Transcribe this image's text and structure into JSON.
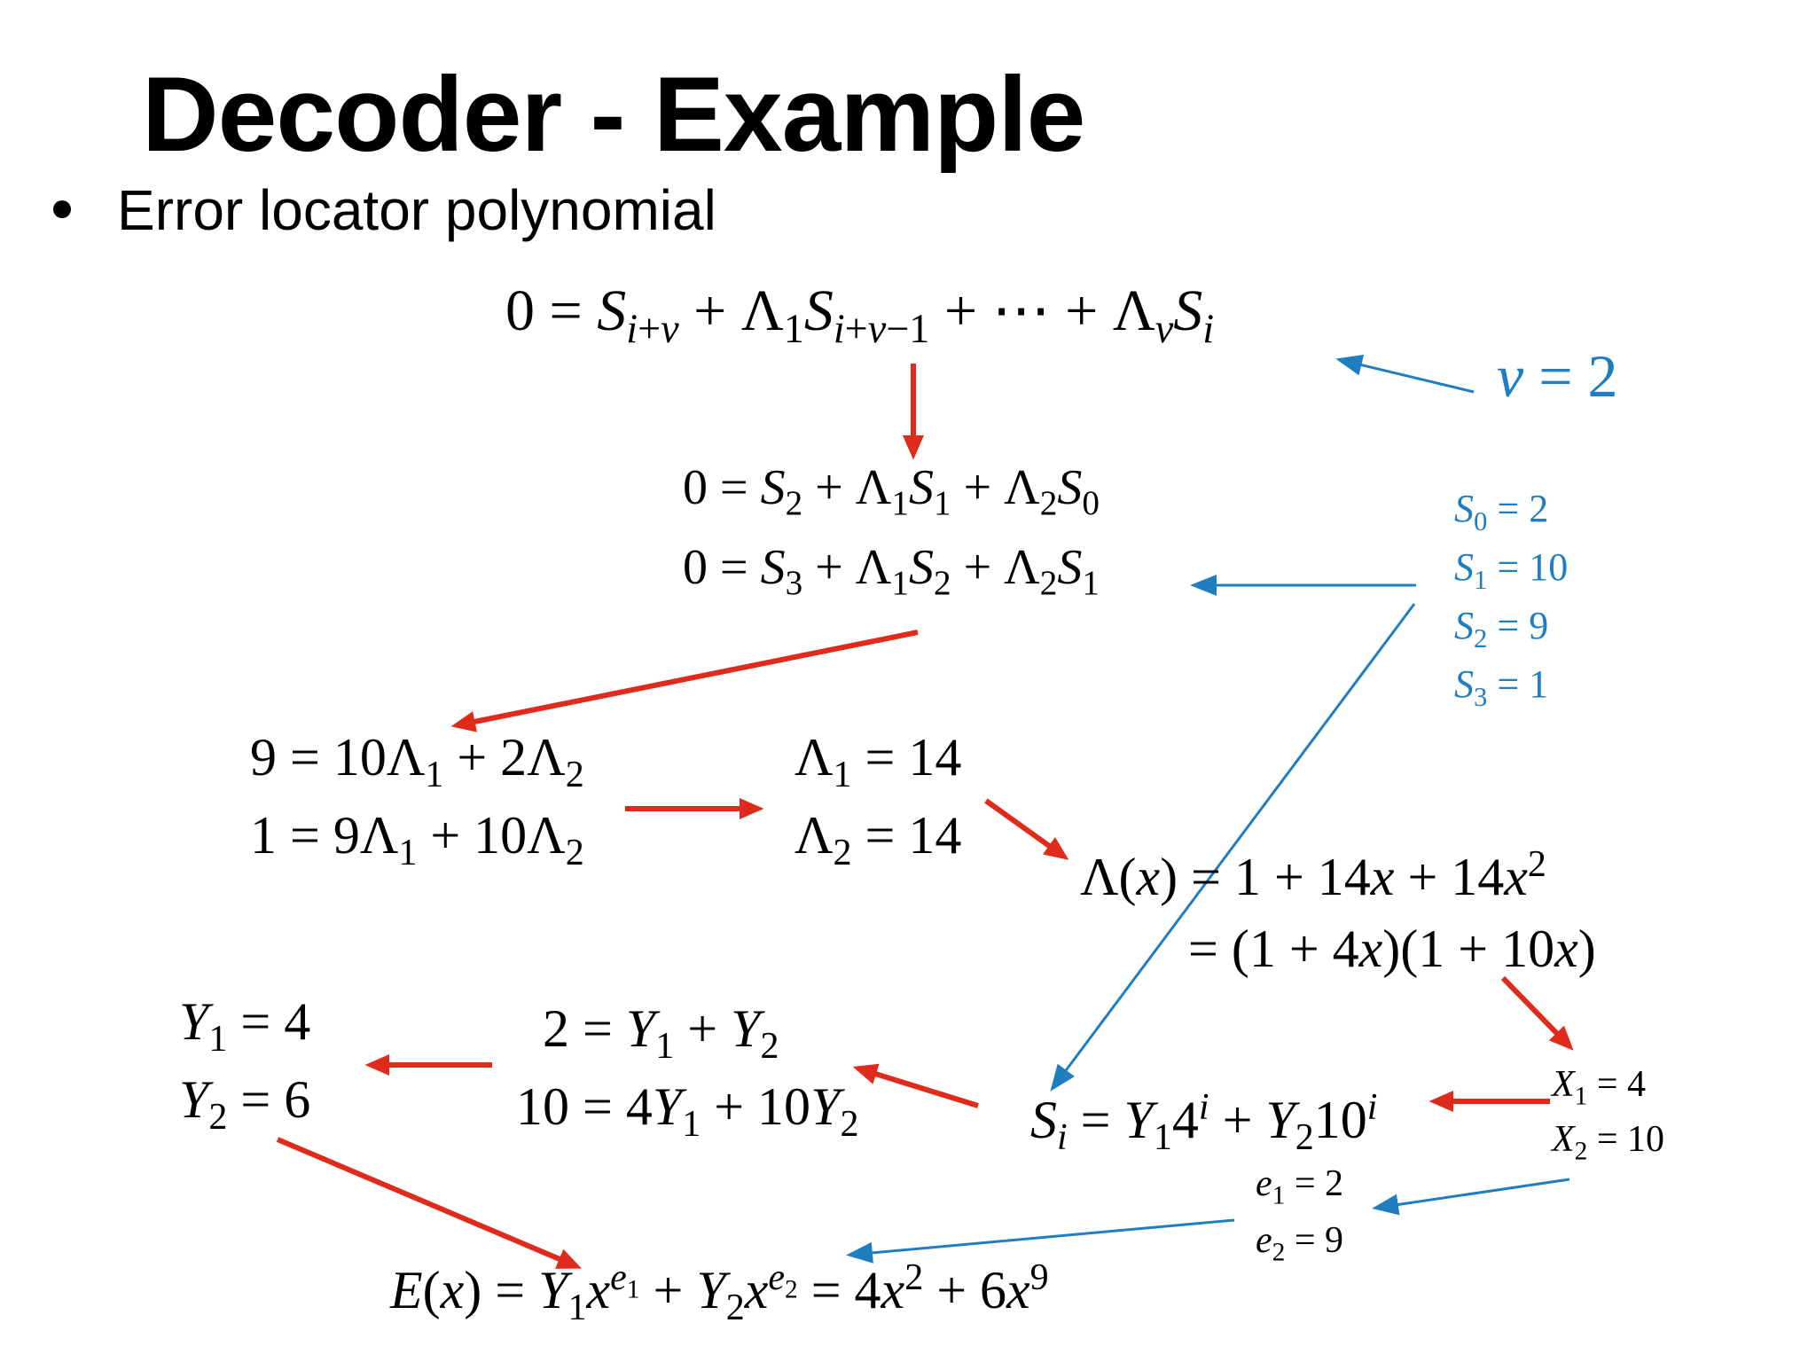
{
  "title": "Decoder - Example",
  "bullet": "Error locator polynomial",
  "colors": {
    "red_arrow": "#e02a1b",
    "blue_arrow": "#1f7dc0",
    "blue_text": "#1f7dc0"
  },
  "equations": {
    "general": "0 = S_{i+v} + Λ1 S_{i+v−1} + ⋯ + Λv Si",
    "v_value": "v = 2",
    "eq_s2": "0 = S2 + Λ1S1 + Λ2S0",
    "eq_s3": "0 = S3 + Λ1S2 + Λ2S1",
    "syndromes": [
      "S0 = 2",
      "S1 = 10",
      "S2 = 9",
      "S3 = 1"
    ],
    "sys1": "9 = 10Λ1 + 2Λ2",
    "sys2": "1 = 9Λ1 + 10Λ2",
    "lambda1": "Λ1 = 14",
    "lambda2": "Λ2 = 14",
    "poly1": "Λ(x) = 1 + 14x + 14x²",
    "poly2": "= (1 + 4x)(1 + 10x)",
    "x1": "X1 = 4",
    "x2": "X2 = 10",
    "si": "Si = Y1 4^i + Y2 10^i",
    "y_eq1": "2 = Y1 + Y2",
    "y_eq2": "10 = 4Y1 + 10Y2",
    "y1": "Y1 = 4",
    "y2": "Y2 = 6",
    "e1": "e1 = 2",
    "e2": "e2 = 9",
    "final": "E(x) = Y1 x^e1 + Y2 x^e2 = 4x² + 6x⁹"
  }
}
